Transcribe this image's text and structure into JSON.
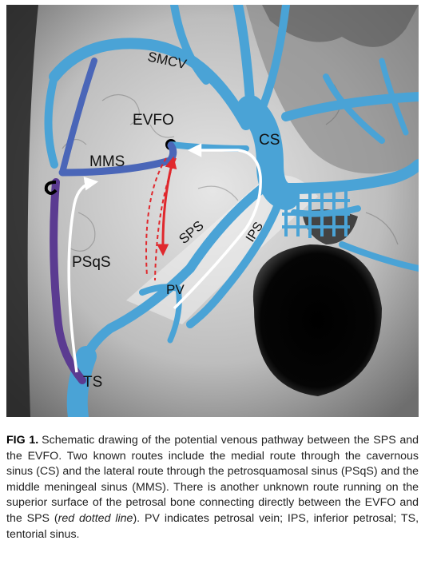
{
  "figure": {
    "labels": {
      "smcv": "SMCV",
      "evfo": "EVFO",
      "cs": "CS",
      "mms": "MMS",
      "sps": "SPS",
      "ips": "IPS",
      "psqs": "PSqS",
      "pv": "PV",
      "ts": "TS"
    },
    "colors": {
      "vein": "#4aa3d6",
      "mms": "#4a66b8",
      "psqs": "#5b3b91",
      "route_arrow": "#ffffff",
      "unknown_route": "#e0282d",
      "background_bone": "#c8c8c8",
      "foramen": "#000000"
    }
  },
  "caption": {
    "fig_label": "FIG 1.",
    "text_1": "Schematic drawing of the potential venous pathway between the SPS and the EVFO. Two known routes include the medial route through the cavernous sinus (CS) and the lateral route through the petrosquamosal sinus (PSqS) and the middle meningeal sinus (MMS). There is another unknown route running on the superior surface of the petrosal bone connecting directly between the EVFO and the SPS (",
    "italic": "red dotted line",
    "text_2": "). PV indicates petrosal vein; IPS, inferior petrosal; TS, tentorial sinus."
  }
}
